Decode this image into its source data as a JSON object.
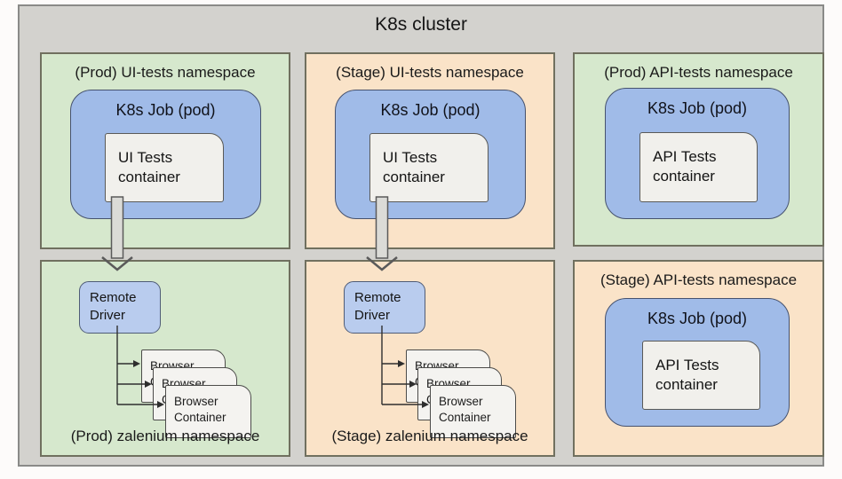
{
  "cluster_title": "K8s cluster",
  "labels": {
    "k8s_job": "K8s Job (pod)",
    "ui_tests_container": "UI Tests container",
    "api_tests_container": "API Tests container",
    "remote_driver": "Remote Driver",
    "browser_container": "Browser Container"
  },
  "panels": {
    "prod_ui": {
      "title": "(Prod) UI-tests namespace",
      "env": "prod"
    },
    "stage_ui": {
      "title": "(Stage) UI-tests namespace",
      "env": "stage"
    },
    "prod_api": {
      "title": "(Prod) API-tests namespace",
      "env": "prod"
    },
    "prod_zalenium": {
      "title": "(Prod) zalenium namespace",
      "env": "prod"
    },
    "stage_zalenium": {
      "title": "(Stage) zalenium namespace",
      "env": "stage"
    },
    "stage_api": {
      "title": "(Stage) API-tests namespace",
      "env": "stage"
    }
  },
  "colors": {
    "cluster_bg": "#d3d2ce",
    "prod_namespace_bg": "#d6e8cd",
    "stage_namespace_bg": "#fae3c8",
    "pod_bg": "#a0bbe8",
    "remote_driver_bg": "#b9ccee",
    "container_bg": "#f1f0ec"
  }
}
